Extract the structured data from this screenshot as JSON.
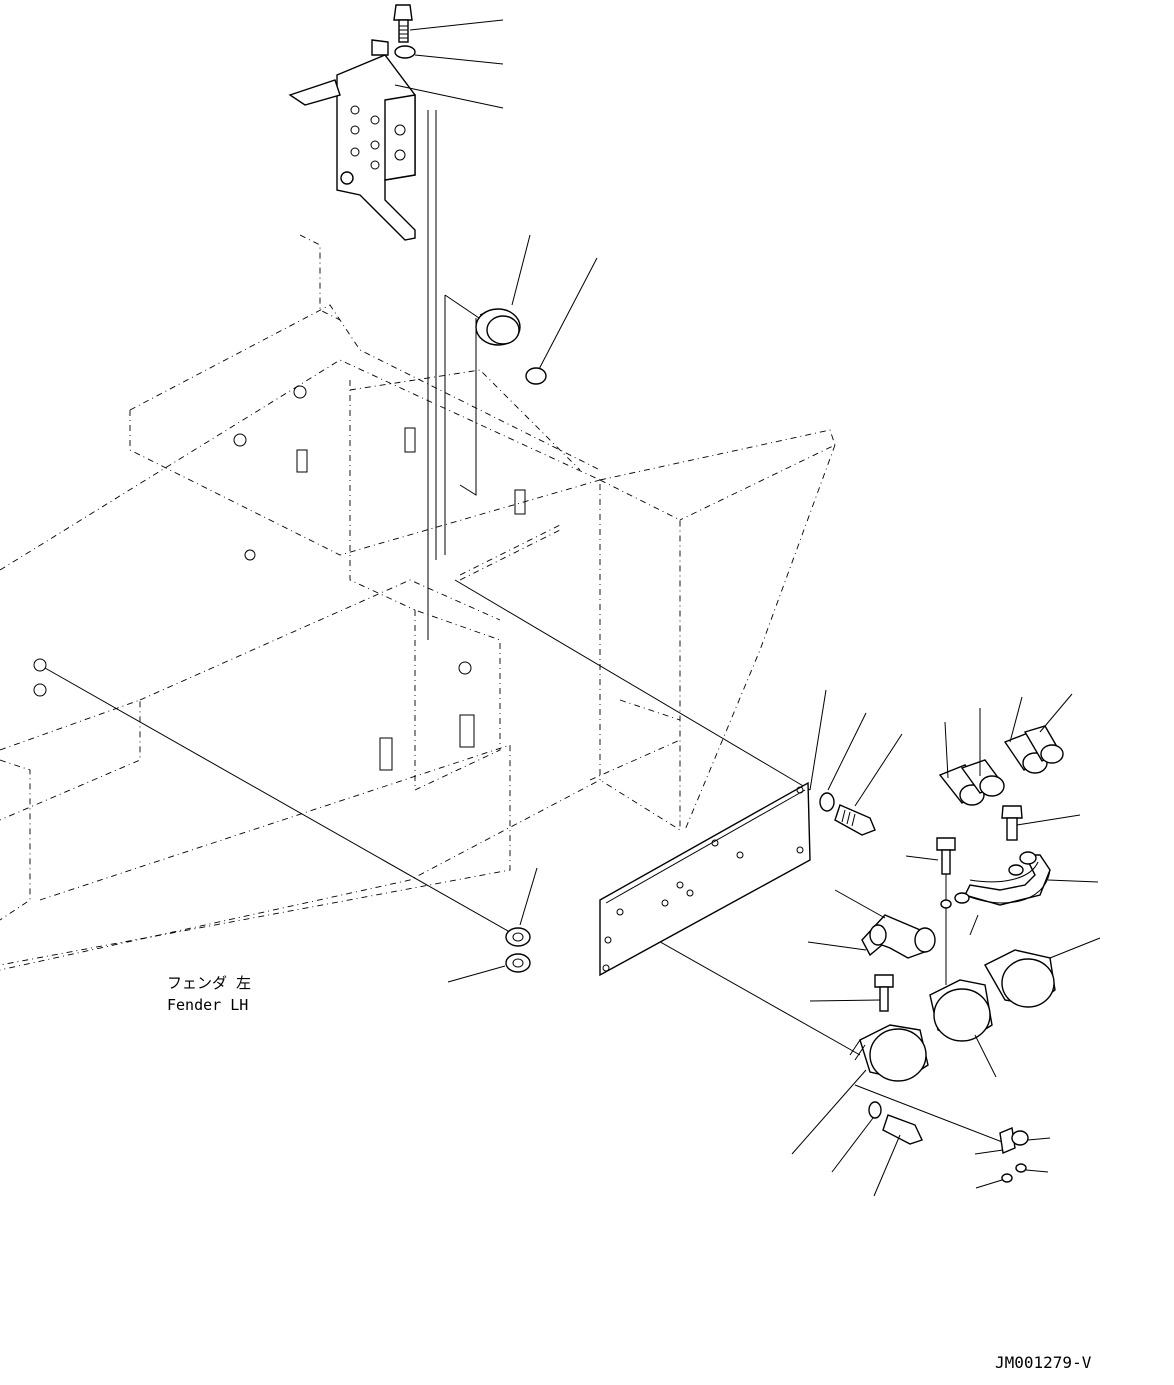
{
  "diagram": {
    "labels": {
      "fender_jp": "フェンダ 左",
      "fender_en": "Fender LH",
      "drawing_code": "JM001279-V"
    }
  }
}
